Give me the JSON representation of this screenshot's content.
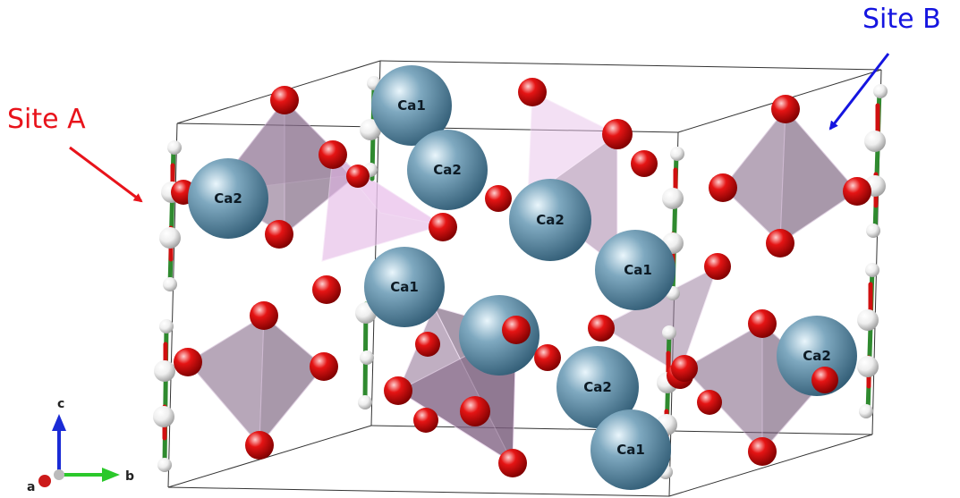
{
  "annotations": {
    "site_a": {
      "text": "Site A",
      "color": "#e8131b"
    },
    "site_b": {
      "text": "Site B",
      "color": "#1515e0"
    }
  },
  "atom_labels": {
    "ca1": "Ca1",
    "ca2": "Ca2"
  },
  "axes": {
    "a": "a",
    "b": "b",
    "c": "c"
  },
  "colors": {
    "calcium": "#4f7d98",
    "oxygen": "#e01010",
    "hydrogen": "#f2f2f2",
    "bond_green": "#2f8a2f",
    "octahedron": "#7e6080",
    "tetrahedron": "#e3b6e6",
    "cell_edges": "#333333"
  }
}
